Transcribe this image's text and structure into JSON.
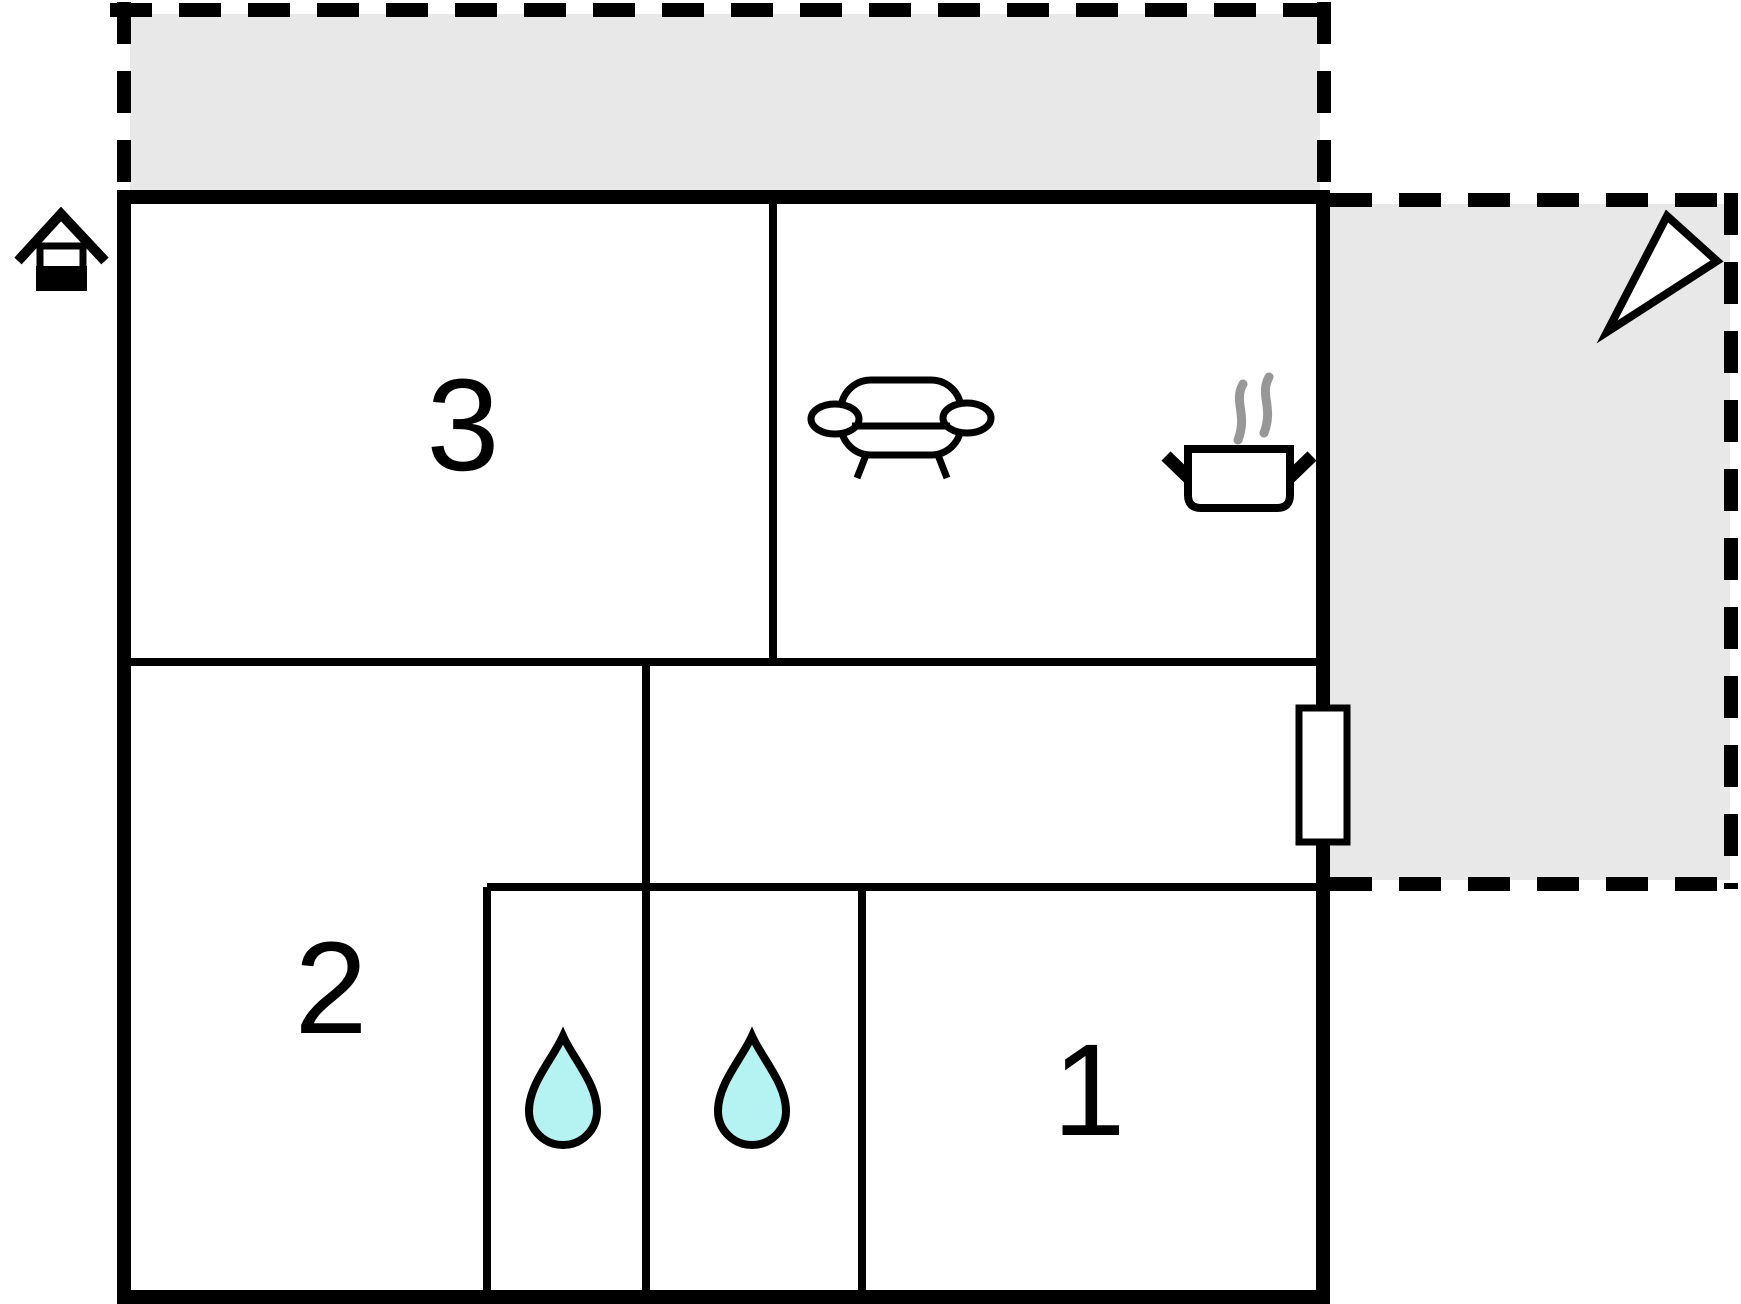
{
  "floorplan": {
    "kind": "floor-plan",
    "rooms": [
      {
        "id": "room-3",
        "label": "3"
      },
      {
        "id": "room-2",
        "label": "2"
      },
      {
        "id": "room-1",
        "label": "1"
      }
    ],
    "features": {
      "terrace_count": 2,
      "water_drop_count": 2,
      "icons": [
        "house-entrance-icon",
        "north-arrow-icon",
        "sofa-icon",
        "cooking-pot-icon",
        "water-drop-icon",
        "window-marker"
      ]
    },
    "colors": {
      "wall": "#000000",
      "terrace_fill": "#e8e8e8",
      "water_drop_fill": "#b5f2f2",
      "steam": "#979797",
      "background": "#ffffff"
    }
  }
}
